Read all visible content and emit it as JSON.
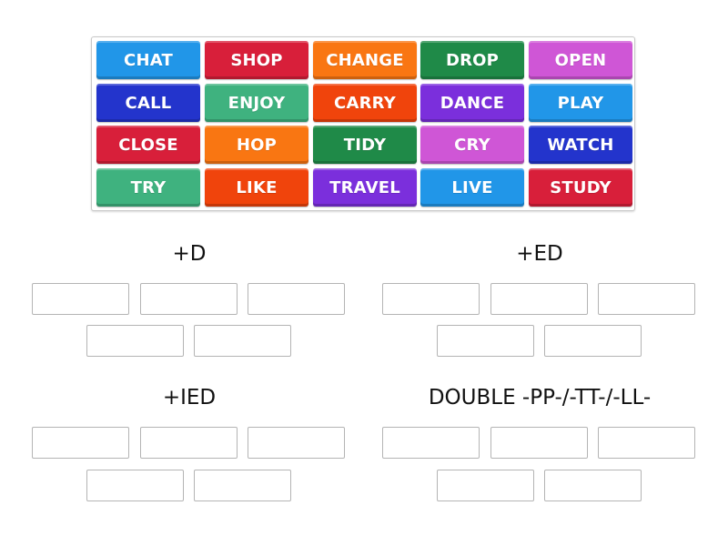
{
  "tiles": [
    {
      "label": "CHAT",
      "color": "#2196e8"
    },
    {
      "label": "SHOP",
      "color": "#d81f3a"
    },
    {
      "label": "CHANGE",
      "color": "#f97612"
    },
    {
      "label": "DROP",
      "color": "#1f8a48"
    },
    {
      "label": "OPEN",
      "color": "#cf56d6"
    },
    {
      "label": "CALL",
      "color": "#2334cc"
    },
    {
      "label": "ENJOY",
      "color": "#3fb27f"
    },
    {
      "label": "CARRY",
      "color": "#f0440c"
    },
    {
      "label": "DANCE",
      "color": "#7b2fdc"
    },
    {
      "label": "PLAY",
      "color": "#2196e8"
    },
    {
      "label": "CLOSE",
      "color": "#d81f3a"
    },
    {
      "label": "HOP",
      "color": "#f97612"
    },
    {
      "label": "TIDY",
      "color": "#1f8a48"
    },
    {
      "label": "CRY",
      "color": "#cf56d6"
    },
    {
      "label": "WATCH",
      "color": "#2334cc"
    },
    {
      "label": "TRY",
      "color": "#3fb27f"
    },
    {
      "label": "LIKE",
      "color": "#f0440c"
    },
    {
      "label": "TRAVEL",
      "color": "#7b2fdc"
    },
    {
      "label": "LIVE",
      "color": "#2196e8"
    },
    {
      "label": "STUDY",
      "color": "#d81f3a"
    }
  ],
  "groups": [
    {
      "title": "+D",
      "slots": 5
    },
    {
      "title": "+ED",
      "slots": 5
    },
    {
      "title": "+IED",
      "slots": 5
    },
    {
      "title": "DOUBLE -PP-/-TT-/-LL-",
      "slots": 5
    }
  ]
}
